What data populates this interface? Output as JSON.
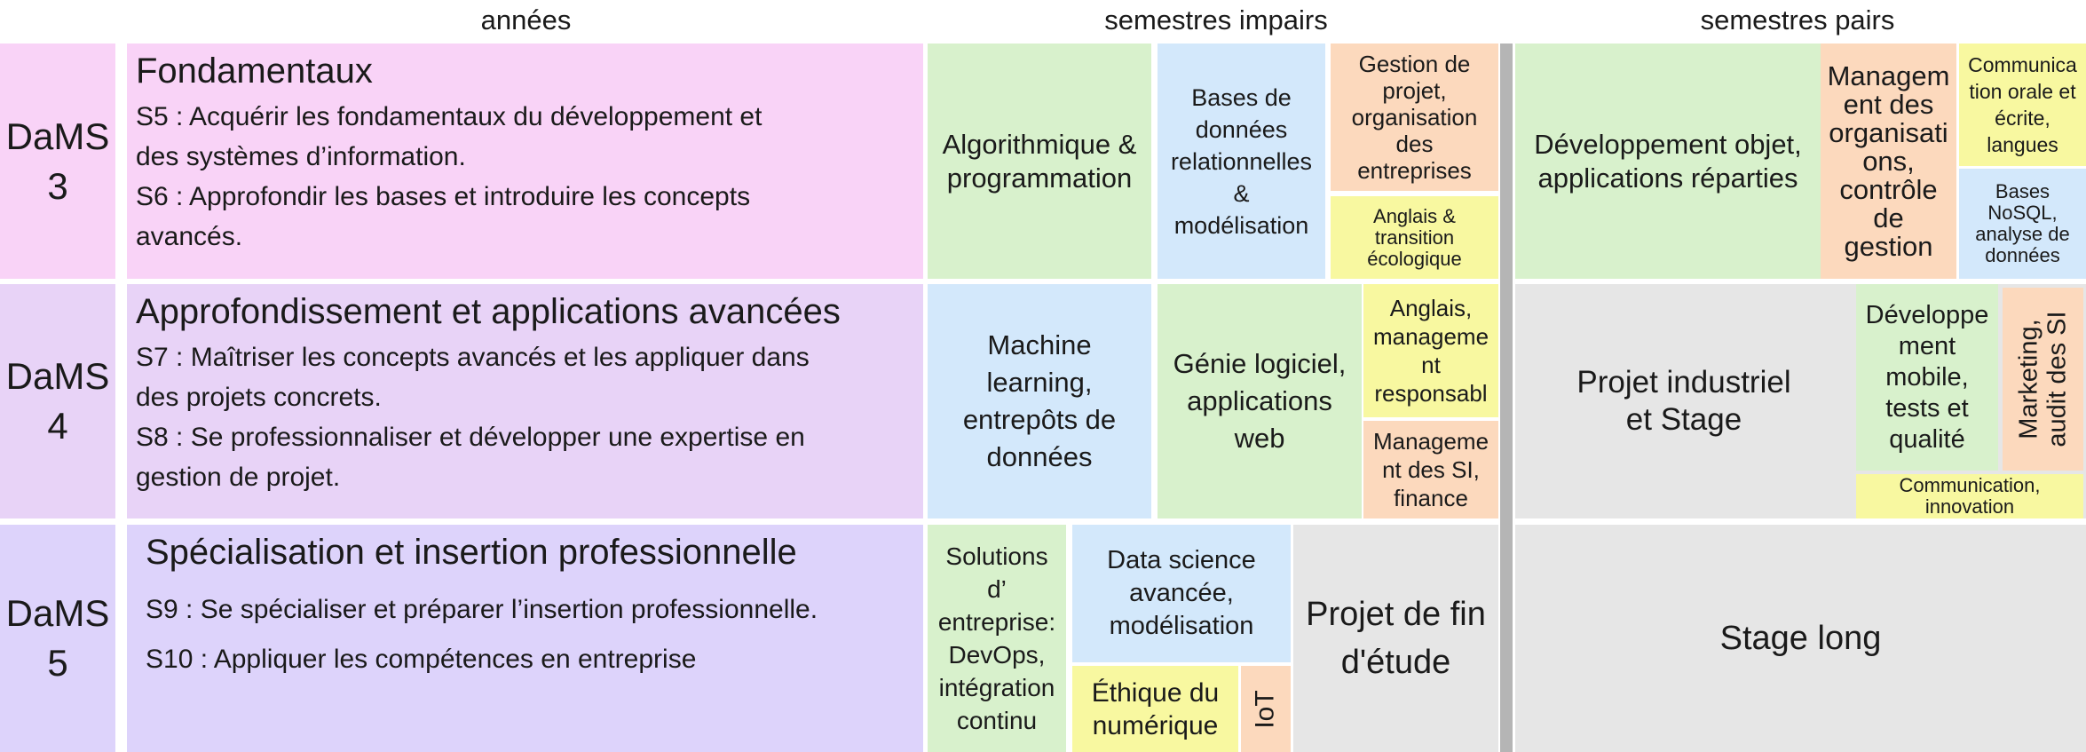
{
  "headers": {
    "annees": "années",
    "impairs": "semestres impairs",
    "pairs": "semestres pairs"
  },
  "years": [
    {
      "label_line1": "DaMS",
      "label_line2": "3",
      "title": "Fondamentaux",
      "lines": [
        "S5 : Acquérir les fondamentaux du développement et",
        "des systèmes d’information.",
        "S6 : Approfondir les bases et introduire les concepts",
        "avancés."
      ]
    },
    {
      "label_line1": "DaMS",
      "label_line2": "4",
      "title": "Approfondissement et applications avancées",
      "lines": [
        "S7 : Maîtriser les concepts avancés et les appliquer dans",
        "des projets concrets.",
        "S8 : Se professionnaliser et développer une expertise en",
        "gestion de projet."
      ]
    },
    {
      "label_line1": "DaMS",
      "label_line2": "5",
      "title": "Spécialisation et insertion professionnelle",
      "lines": [
        "S9 : Se spécialiser et préparer l’insertion professionnelle.",
        "S10 : Appliquer les compétences en entreprise"
      ]
    }
  ],
  "modules": {
    "dams3_algo": [
      "Algorithmique &",
      "programmation"
    ],
    "dams3_bdd": [
      "Bases de",
      "données",
      "relationnelles",
      "&",
      "modélisation"
    ],
    "dams3_gestion": [
      "Gestion de",
      "projet,",
      "organisation",
      "des",
      "entreprises"
    ],
    "dams3_anglais": [
      "Anglais &",
      "transition",
      "écologique"
    ],
    "dams3_dev_objet": [
      "Développement objet,",
      "applications réparties"
    ],
    "dams3_management": [
      "Managem",
      "ent des",
      "organisati",
      "ons,",
      "contrôle",
      "de",
      "gestion"
    ],
    "dams3_communication": [
      "Communica",
      "tion orale et",
      "écrite,",
      "langues"
    ],
    "dams3_nosql": [
      "Bases",
      "NoSQL,",
      "analyse de",
      "données"
    ],
    "dams4_ml": [
      "Machine",
      "learning,",
      "entrepôts de",
      "données"
    ],
    "dams4_genie": [
      "Génie logiciel,",
      "applications",
      "web"
    ],
    "dams4_anglais": [
      "Anglais,",
      "manageme",
      "nt",
      "responsabl"
    ],
    "dams4_management_si": [
      "Manageme",
      "nt des SI,",
      "finance"
    ],
    "dams4_projet": [
      "Projet industriel",
      "et Stage"
    ],
    "dams4_dev_mobile": [
      "Développe",
      "ment",
      "mobile,",
      "tests et",
      "qualité"
    ],
    "dams4_marketing": [
      "Marketing,",
      "audit des SI"
    ],
    "dams4_communication": [
      "Communication,",
      "innovation"
    ],
    "dams5_solutions": [
      "Solutions",
      "d’",
      "entreprise:",
      "DevOps,",
      "intégration",
      "continu"
    ],
    "dams5_datascience": [
      "Data science",
      "avancée,",
      "modélisation"
    ],
    "dams5_ethique": [
      "Éthique du",
      "numérique"
    ],
    "dams5_iot": [
      "IoT"
    ],
    "dams5_projet_fin": [
      "Projet de fin",
      "d'étude"
    ],
    "dams5_stage": [
      "Stage long"
    ]
  }
}
